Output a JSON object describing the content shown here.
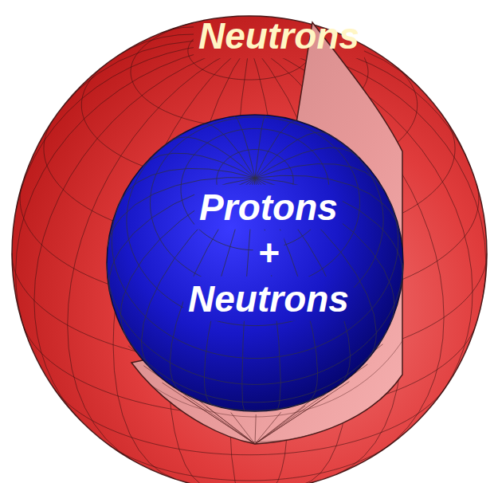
{
  "diagram": {
    "nodes": [
      {
        "text": [
          "Neutrons"
        ]
      },
      {
        "text": [
          "Protons + Neutrons"
        ],
        "in": 0
      }
    ]
  }
}
